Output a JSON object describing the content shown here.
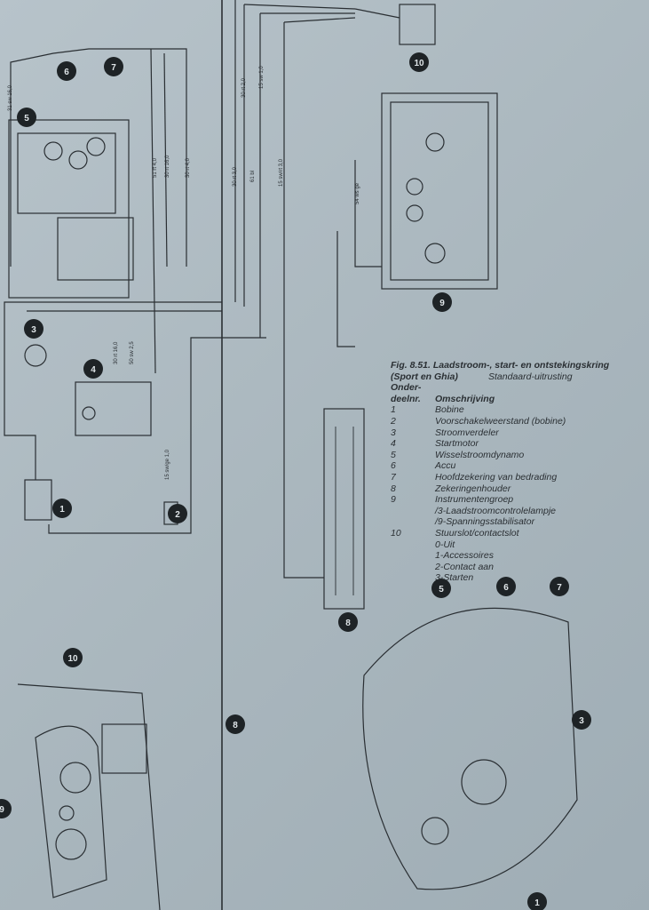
{
  "figure": {
    "title": "Fig. 8.51. Laadstroom-, start- en ontstekingskring",
    "subtitle_left": "(Sport en Ghia)",
    "subtitle_right": "Standaard-uitrusting",
    "col_num_header_1": "Onder-",
    "col_num_header_2": "deelnr.",
    "col_desc_header": "Omschrijving",
    "parts": [
      {
        "num": "1",
        "desc": "Bobine"
      },
      {
        "num": "2",
        "desc": "Voorschakelweerstand (bobine)"
      },
      {
        "num": "3",
        "desc": "Stroomverdeler"
      },
      {
        "num": "4",
        "desc": "Startmotor"
      },
      {
        "num": "5",
        "desc": "Wisselstroomdynamo"
      },
      {
        "num": "6",
        "desc": "Accu"
      },
      {
        "num": "7",
        "desc": "Hoofdzekering van bedrading"
      },
      {
        "num": "8",
        "desc": "Zekeringenhouder"
      },
      {
        "num": "9",
        "desc": "Instrumentengroep"
      },
      {
        "num": "",
        "desc": "/3-Laadstroomcontrolelampje"
      },
      {
        "num": "",
        "desc": "/9-Spanningsstabilisator"
      },
      {
        "num": "10",
        "desc": "Stuurslot/contactslot"
      },
      {
        "num": "",
        "desc": "0-Uit"
      },
      {
        "num": "",
        "desc": "1-Accessoires"
      },
      {
        "num": "",
        "desc": "2-Contact aan"
      },
      {
        "num": "",
        "desc": "3-Starten"
      }
    ]
  },
  "wire_labels": [
    "30 rt 2,0",
    "15 sw 1,0",
    "51 rt 4,0",
    "30 rt 16,0",
    "30 rt 4,0",
    "30 rt 3,0",
    "61 bl",
    "15 sw/rt 3,0",
    "31 sw 16,0",
    "15 sw/ge 1,0",
    "30 rt 16,0",
    "50 sw 2,5",
    "54 ws ge"
  ],
  "callouts": [
    "1",
    "2",
    "3",
    "4",
    "5",
    "6",
    "7",
    "8",
    "9",
    "10",
    "5",
    "6",
    "7",
    "3",
    "1",
    "10",
    "8",
    "9"
  ]
}
